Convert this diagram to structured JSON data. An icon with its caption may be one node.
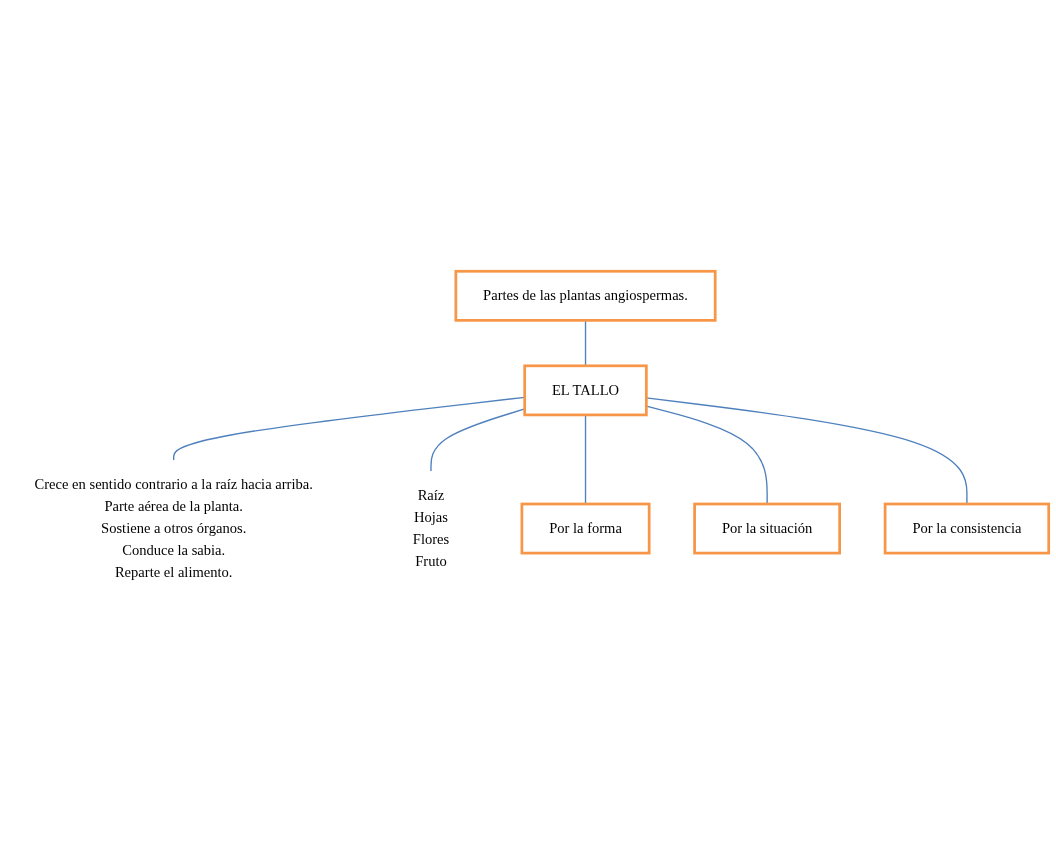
{
  "diagram": {
    "nodes": [
      {
        "text": [
          "Partes de las plantas angiospermas."
        ]
      },
      {
        "text": [
          "EL TALLO"
        ]
      },
      {
        "text": [
          "Crece en sentido contrario a la raíz hacia arriba.",
          "Parte aérea de la planta.",
          "Sostiene a otros órganos.",
          "Conduce la sabia.",
          "Reparte el alimento."
        ]
      },
      {
        "text": [
          "Raíz",
          "Hojas",
          "Flores",
          "Fruto"
        ]
      },
      {
        "text": [
          "Por la forma"
        ]
      },
      {
        "text": [
          "Por la situación"
        ]
      },
      {
        "text": [
          "Por la consistencia"
        ]
      }
    ],
    "edges": [
      {
        "from": 0,
        "to": 1,
        "arrow": "none"
      },
      {
        "from": 1,
        "to": 2,
        "arrow": "none"
      },
      {
        "from": 1,
        "to": 3,
        "arrow": "none"
      },
      {
        "from": 1,
        "to": 4,
        "arrow": "none"
      },
      {
        "from": 1,
        "to": 5,
        "arrow": "none"
      },
      {
        "from": 1,
        "to": 6,
        "arrow": "none"
      }
    ]
  }
}
